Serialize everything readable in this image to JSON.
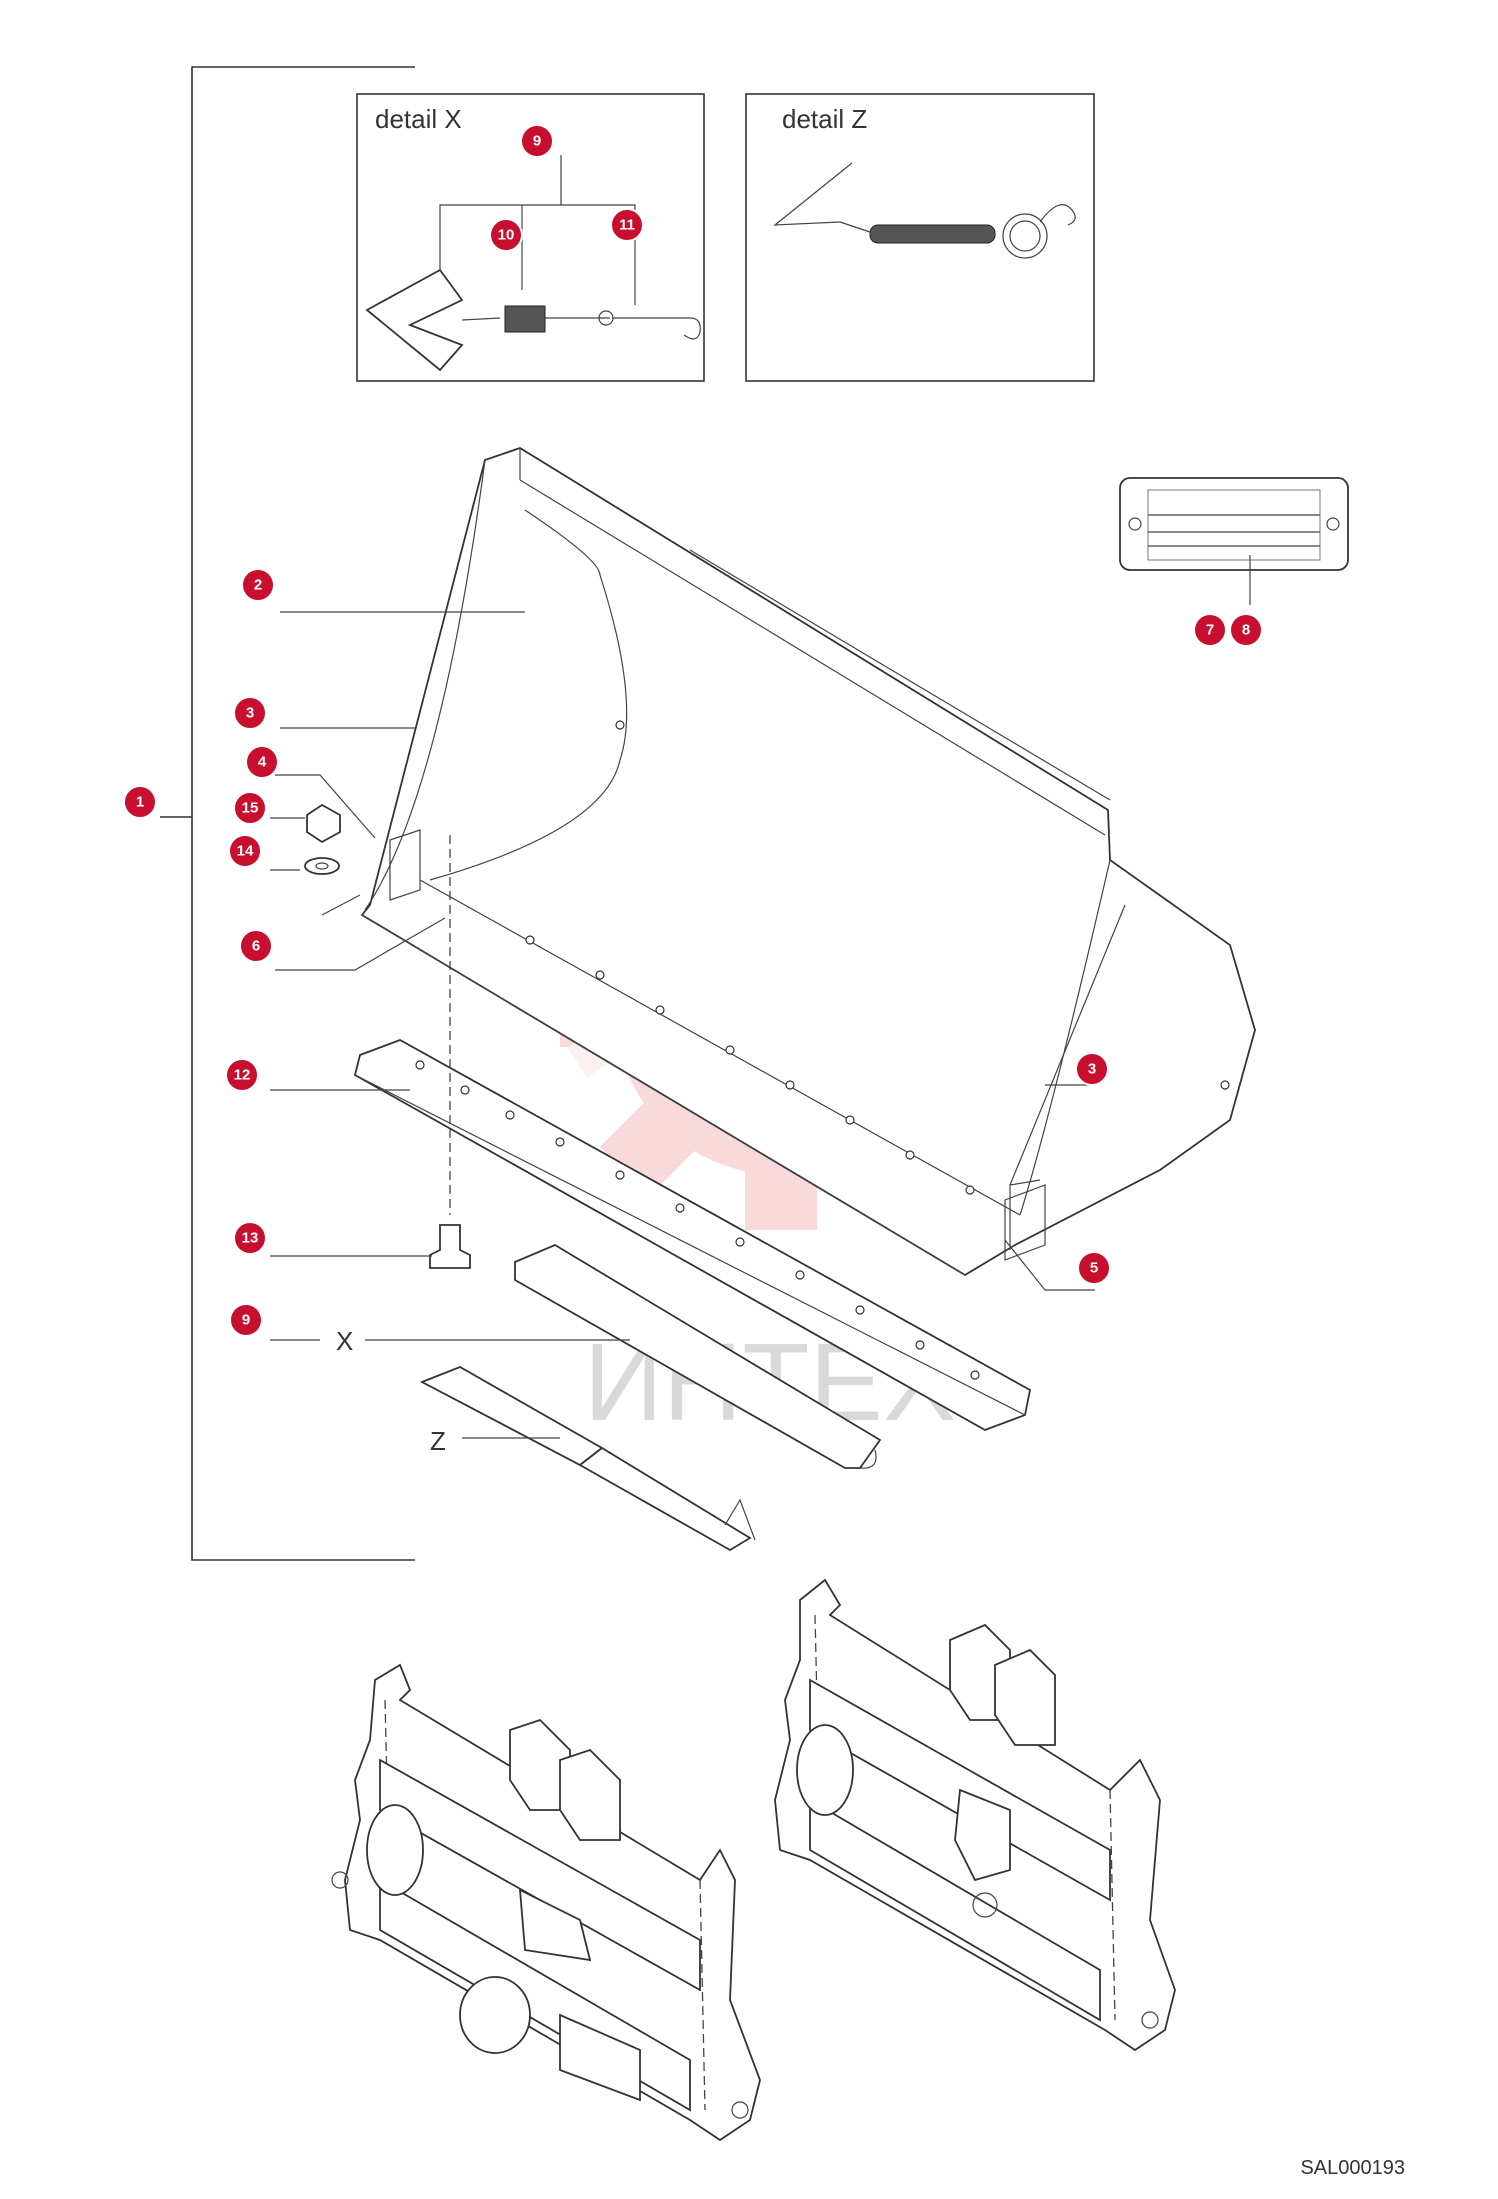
{
  "details": [
    {
      "id": "detail-x",
      "label": "detail X"
    },
    {
      "id": "detail-z",
      "label": "detail Z"
    }
  ],
  "letters": {
    "x": "X",
    "z": "Z"
  },
  "markers": [
    {
      "n": "1"
    },
    {
      "n": "2"
    },
    {
      "n": "3"
    },
    {
      "n": "4"
    },
    {
      "n": "15"
    },
    {
      "n": "14"
    },
    {
      "n": "6"
    },
    {
      "n": "12"
    },
    {
      "n": "13"
    },
    {
      "n": "9"
    },
    {
      "n": "9"
    },
    {
      "n": "10"
    },
    {
      "n": "11"
    },
    {
      "n": "7"
    },
    {
      "n": "8"
    },
    {
      "n": "3"
    },
    {
      "n": "5"
    }
  ],
  "watermark": {
    "text": "ИНТЕХ"
  },
  "drawing_code": "SAL000193",
  "colors": {
    "marker": "#c8102e",
    "watermark": "#f2b3b3",
    "line": "#333333"
  }
}
